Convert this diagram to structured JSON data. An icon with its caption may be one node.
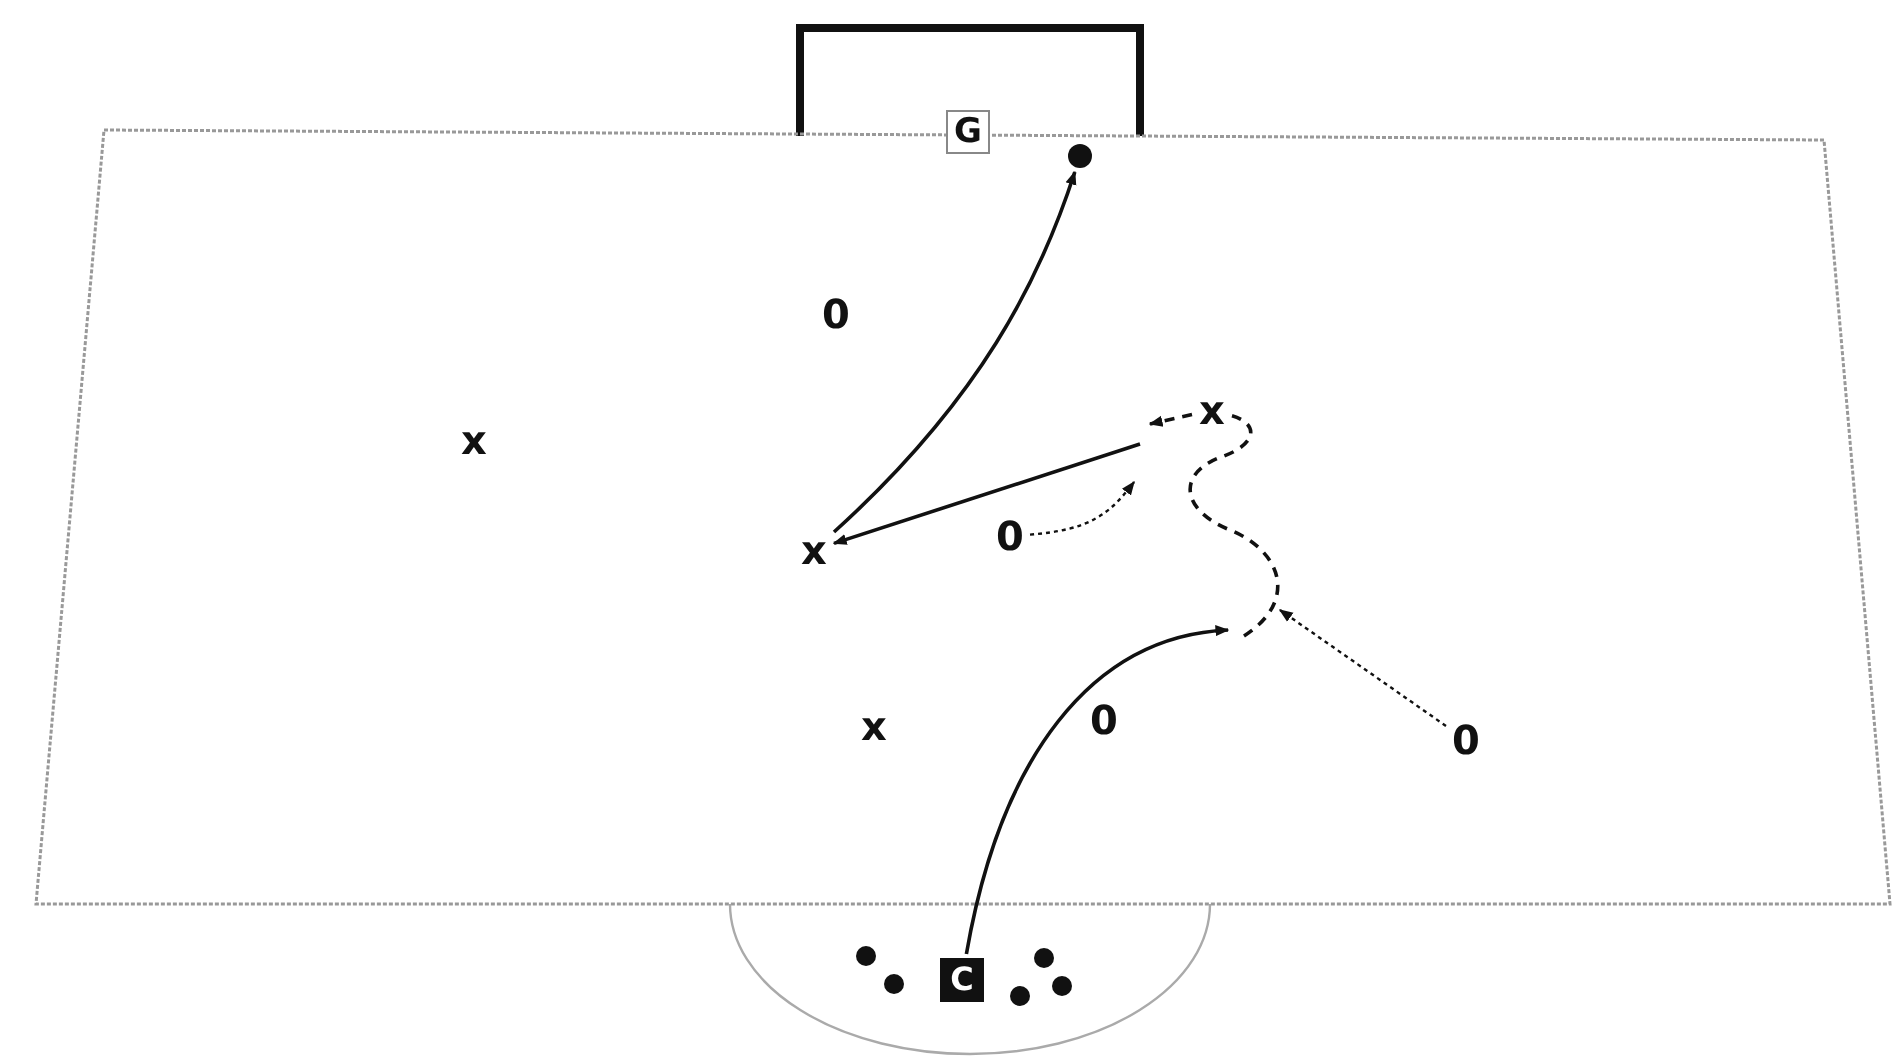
{
  "diagram": {
    "nodes": [
      {
        "text": [
          "G"
        ]
      },
      {
        "text": [],
        "shape": "circle"
      },
      {
        "text": [
          "0"
        ]
      },
      {
        "text": [
          "x"
        ]
      },
      {
        "text": [
          "x"
        ]
      },
      {
        "text": [
          "x"
        ]
      },
      {
        "text": [
          "0"
        ]
      },
      {
        "text": [
          "x"
        ]
      },
      {
        "text": [
          "0"
        ]
      },
      {
        "text": [
          "0"
        ]
      },
      {
        "text": [
          "C"
        ]
      }
    ],
    "edges": [
      {
        "from": 10,
        "to": null,
        "arrow": "to"
      },
      {
        "from": null,
        "to": 4,
        "arrow": "none",
        "style": "dashed"
      },
      {
        "from": 4,
        "to": null,
        "arrow": "to",
        "style": "dashed"
      },
      {
        "from": 5,
        "to": 1,
        "arrow": "to"
      },
      {
        "from": null,
        "to": 5,
        "arrow": "to"
      },
      {
        "from": 6,
        "to": null,
        "arrow": "to",
        "style": "dashed"
      },
      {
        "from": 9,
        "to": null,
        "arrow": "to",
        "style": "dashed"
      }
    ]
  }
}
